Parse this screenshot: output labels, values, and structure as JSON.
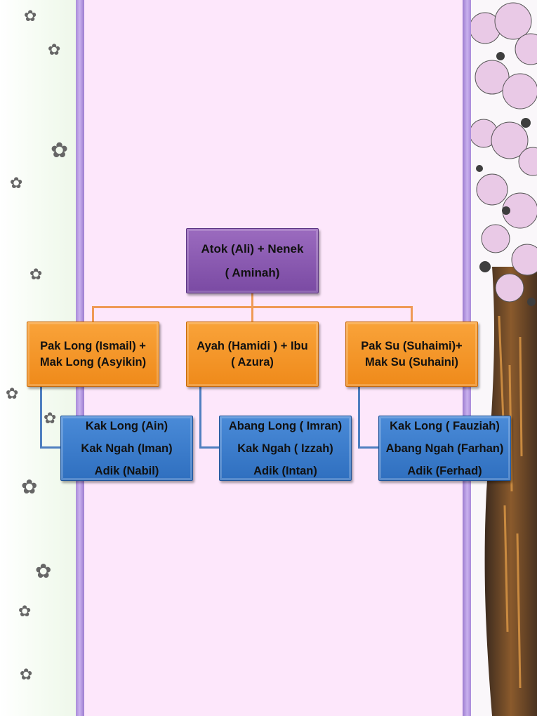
{
  "family_tree": {
    "root": {
      "line1": "Atok (Ali) + Nenek",
      "line2": "( Aminah)"
    },
    "children": [
      {
        "line1": "Pak Long (Ismail) +",
        "line2": "Mak Long (Asyikin)",
        "kids": [
          "Kak Long (Ain)",
          "Kak Ngah (Iman)",
          "Adik (Nabil)"
        ]
      },
      {
        "line1": "Ayah (Hamidi ) + Ibu",
        "line2": "( Azura)",
        "kids": [
          "Abang Long ( Imran)",
          "Kak Ngah ( Izzah)",
          "Adik (Intan)"
        ]
      },
      {
        "line1": "Pak Su (Suhaimi)+",
        "line2": "Mak Su (Suhaini)",
        "kids": [
          "Kak Long ( Fauziah)",
          "Abang Ngah (Farhan)",
          "Adik (Ferhad)"
        ]
      }
    ]
  },
  "colors": {
    "root_box": "#7a4aa3",
    "parent_box": "#f39325",
    "child_box": "#3d7fd0",
    "panel_background": "#fde7fb",
    "frame": "#b9a0e6"
  }
}
